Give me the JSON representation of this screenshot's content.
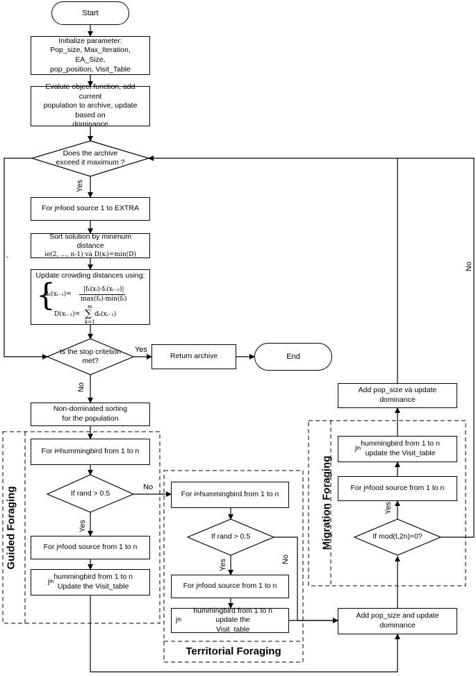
{
  "start": "Start",
  "init": "Initialize parameter:\nPop_size, Max_Iteration, EA_Size,\npop_position, Visit_Table",
  "evaluate": "Evalute object function, add current\npopulation to archive, update based on\ndominance",
  "archive_decision": "Does the archive\nexceed it maximum ?",
  "yes": "Yes",
  "no": "No",
  "for_food_extra": "For j",
  "for_food_extra_sub": "th",
  "for_food_extra_tail": " food source 1 to EXTRA",
  "sort_title": "Sort solution by minimum distance",
  "sort_formula": "ie(2, ..., n-1) và D(xᵢ)=min(D)",
  "crowding_title": "Update crowding distances using:",
  "crowding_f1_lhs": "dₖ(xᵢ₋₁)=",
  "crowding_f1_num": "|fₖ(xᵢ)-fₖ(xᵢ₋₂)|",
  "crowding_f1_den": "max(fₖ)-min(fₖ)",
  "crowding_f2_lhs": "D(xᵢ₋₁)=",
  "crowding_f2_rhs": "dₖ(xᵢ₋₁)",
  "crowding_sum_top": "m",
  "crowding_sum_bot": "k=1",
  "stop_decision": "Is the stop critetion\nmet?",
  "return_archive": "Return archive",
  "end": "End",
  "nondominated": "Non-dominated sorting\nfor the population",
  "guided": {
    "title": "Guided Foraging",
    "for_hummingbird": "For i",
    "for_hummingbird_tail": " hummingbird from 1 to n",
    "decision": "If  rand > 0.5",
    "for_food": "For j",
    "for_food_tail": " food source from 1 to n",
    "update": "j",
    "update_tail": " hummingbird from 1 to n\nUpdate the Visit_table"
  },
  "territorial": {
    "title": "Territorial Foraging",
    "for_hummingbird": "For i",
    "for_hummingbird_tail": " hummingbird from 1 to n",
    "decision": "If rand > 0.5",
    "for_food": "For j",
    "for_food_tail": " food source from 1 to n",
    "update": "j",
    "update_tail": " hummingbird from 1 to n update the\nVisit_table"
  },
  "migration": {
    "title": "Migration Foraging",
    "decision": "If mod(t,2n)=0?",
    "for_food": "For j",
    "for_food_tail": " food source from 1 to n",
    "update": "j",
    "update_tail": " hummingbird from 1 to n\nupdate the Visit_table",
    "add_top": "Add pop_size và update dominance"
  },
  "add_bottom": "Add pop_size and update dominance",
  "sub_th": "th",
  "dot": "."
}
